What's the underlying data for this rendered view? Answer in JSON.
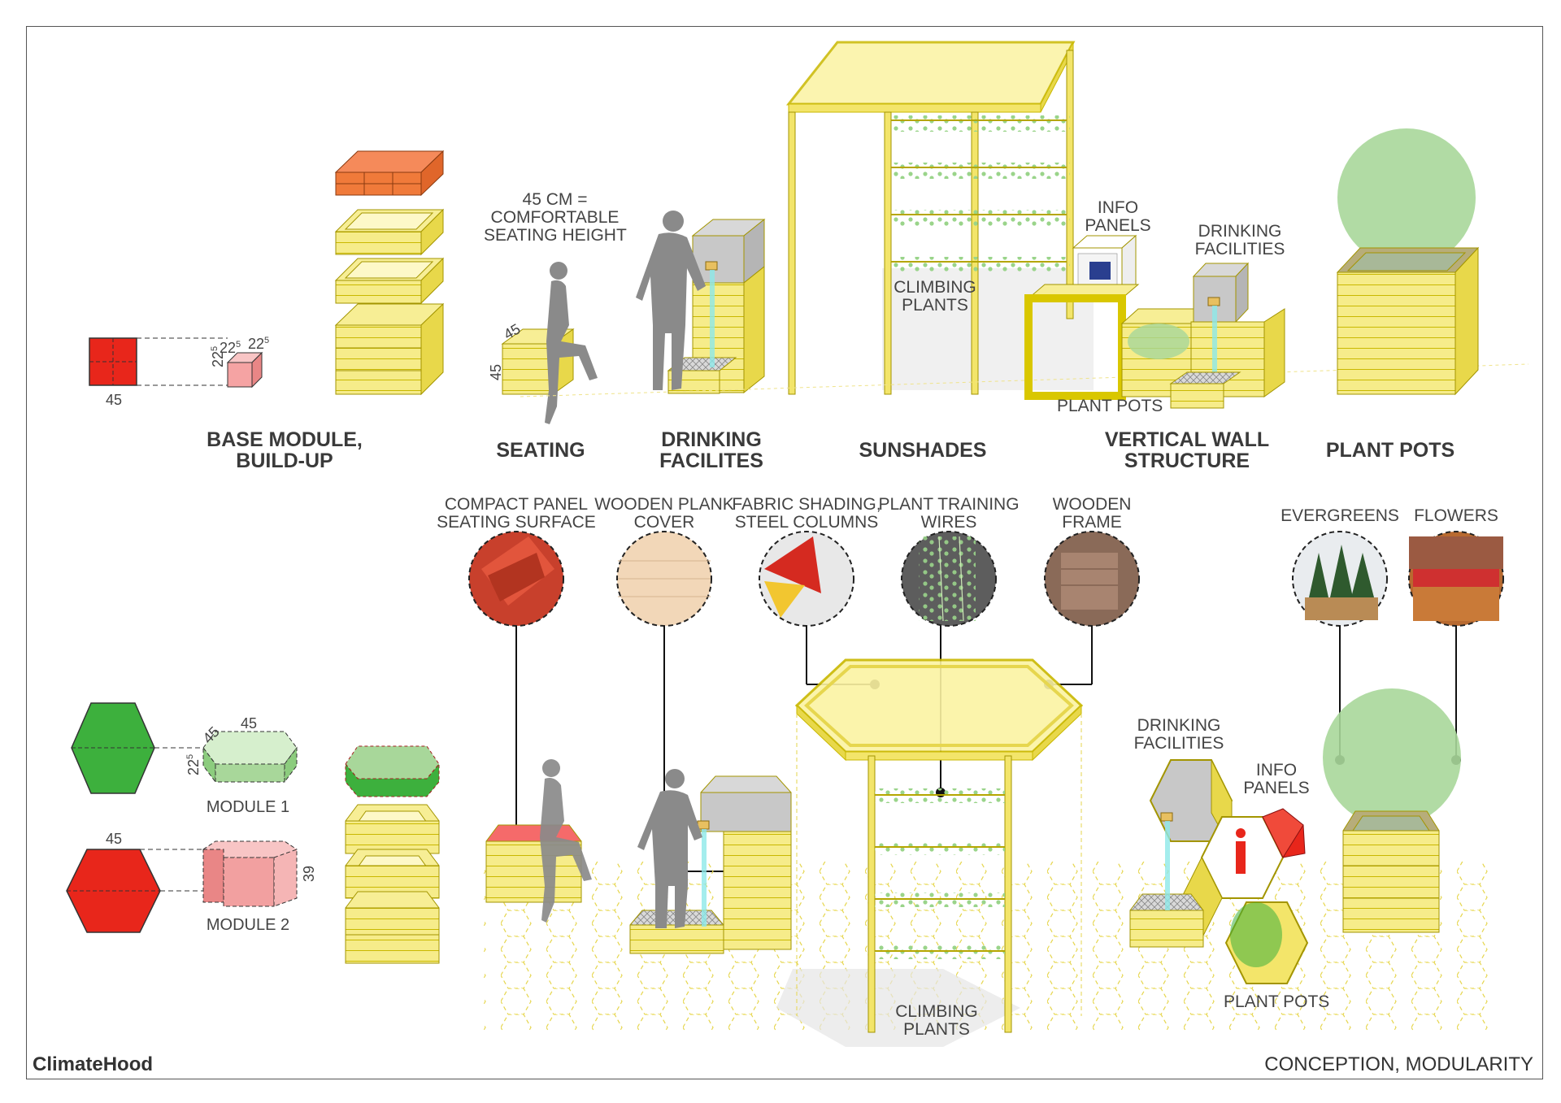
{
  "footer": {
    "brand": "ClimateHood",
    "title": "CONCEPTION, MODULARITY"
  },
  "top_row": {
    "headings": {
      "base_module": [
        "BASE MODULE,",
        "BUILD-UP"
      ],
      "seating": [
        "SEATING"
      ],
      "drinking": [
        "DRINKING",
        "FACILITES"
      ],
      "sunshades": [
        "SUNSHADES"
      ],
      "vertical_wall": [
        "VERTICAL WALL",
        "STRUCTURE"
      ],
      "plant_pots": [
        "PLANT POTS"
      ]
    },
    "notes": {
      "seating_height": [
        "45 CM =",
        "COMFORTABLE",
        "SEATING HEIGHT"
      ],
      "climbing_plants": [
        "CLIMBING",
        "PLANTS"
      ],
      "info_panels": [
        "INFO",
        "PANELS"
      ],
      "drinking_facilities": [
        "DRINKING",
        "FACILITIES"
      ],
      "plant_pots": "PLANT POTS"
    },
    "dimensions": {
      "square_side": "45",
      "half_a": "22",
      "half_b": "22",
      "half_c": "22",
      "sup": "5",
      "seat_height": "45",
      "seat_depth": "45"
    }
  },
  "materials": [
    {
      "id": "compact-panel",
      "label": [
        "COMPACT PANEL",
        "SEATING SURFACE"
      ],
      "color": "#c8402c"
    },
    {
      "id": "wooden-plank",
      "label": [
        "WOODEN PLANK",
        "COVER"
      ],
      "color": "#f2d7b8"
    },
    {
      "id": "fabric-shading",
      "label": [
        "FABRIC SHADING,",
        "STEEL COLUMNS"
      ],
      "color": "#d52a20"
    },
    {
      "id": "plant-training",
      "label": [
        "PLANT TRAINING",
        "WIRES"
      ],
      "color": "#7da05a"
    },
    {
      "id": "wooden-frame",
      "label": [
        "WOODEN",
        "FRAME"
      ],
      "color": "#8a6a58"
    },
    {
      "id": "evergreens",
      "label": [
        "EVERGREENS"
      ],
      "color": "#2f5a2e"
    },
    {
      "id": "flowers",
      "label": [
        "FLOWERS"
      ],
      "color": "#b86a30"
    }
  ],
  "bottom_row": {
    "module_1": "MODULE 1",
    "module_2": "MODULE 2",
    "dims": {
      "hex_side": "45",
      "hex_height_small": "22",
      "hex_width2": "45",
      "hex_height2": "39",
      "sup": "5"
    },
    "notes": {
      "climbing_plants": [
        "CLIMBING",
        "PLANTS"
      ],
      "drinking_facilities": [
        "DRINKING",
        "FACILITIES"
      ],
      "info_panels": [
        "INFO",
        "PANELS"
      ],
      "plant_pots": "PLANT POTS"
    }
  },
  "colors": {
    "yellow": "#f3e56a",
    "yellow_dark": "#c9b800",
    "red": "#e8261b",
    "green": "#3db03d",
    "pale_green": "#a8d79a",
    "pink": "#f3a4a4",
    "orange": "#f07a3a"
  }
}
